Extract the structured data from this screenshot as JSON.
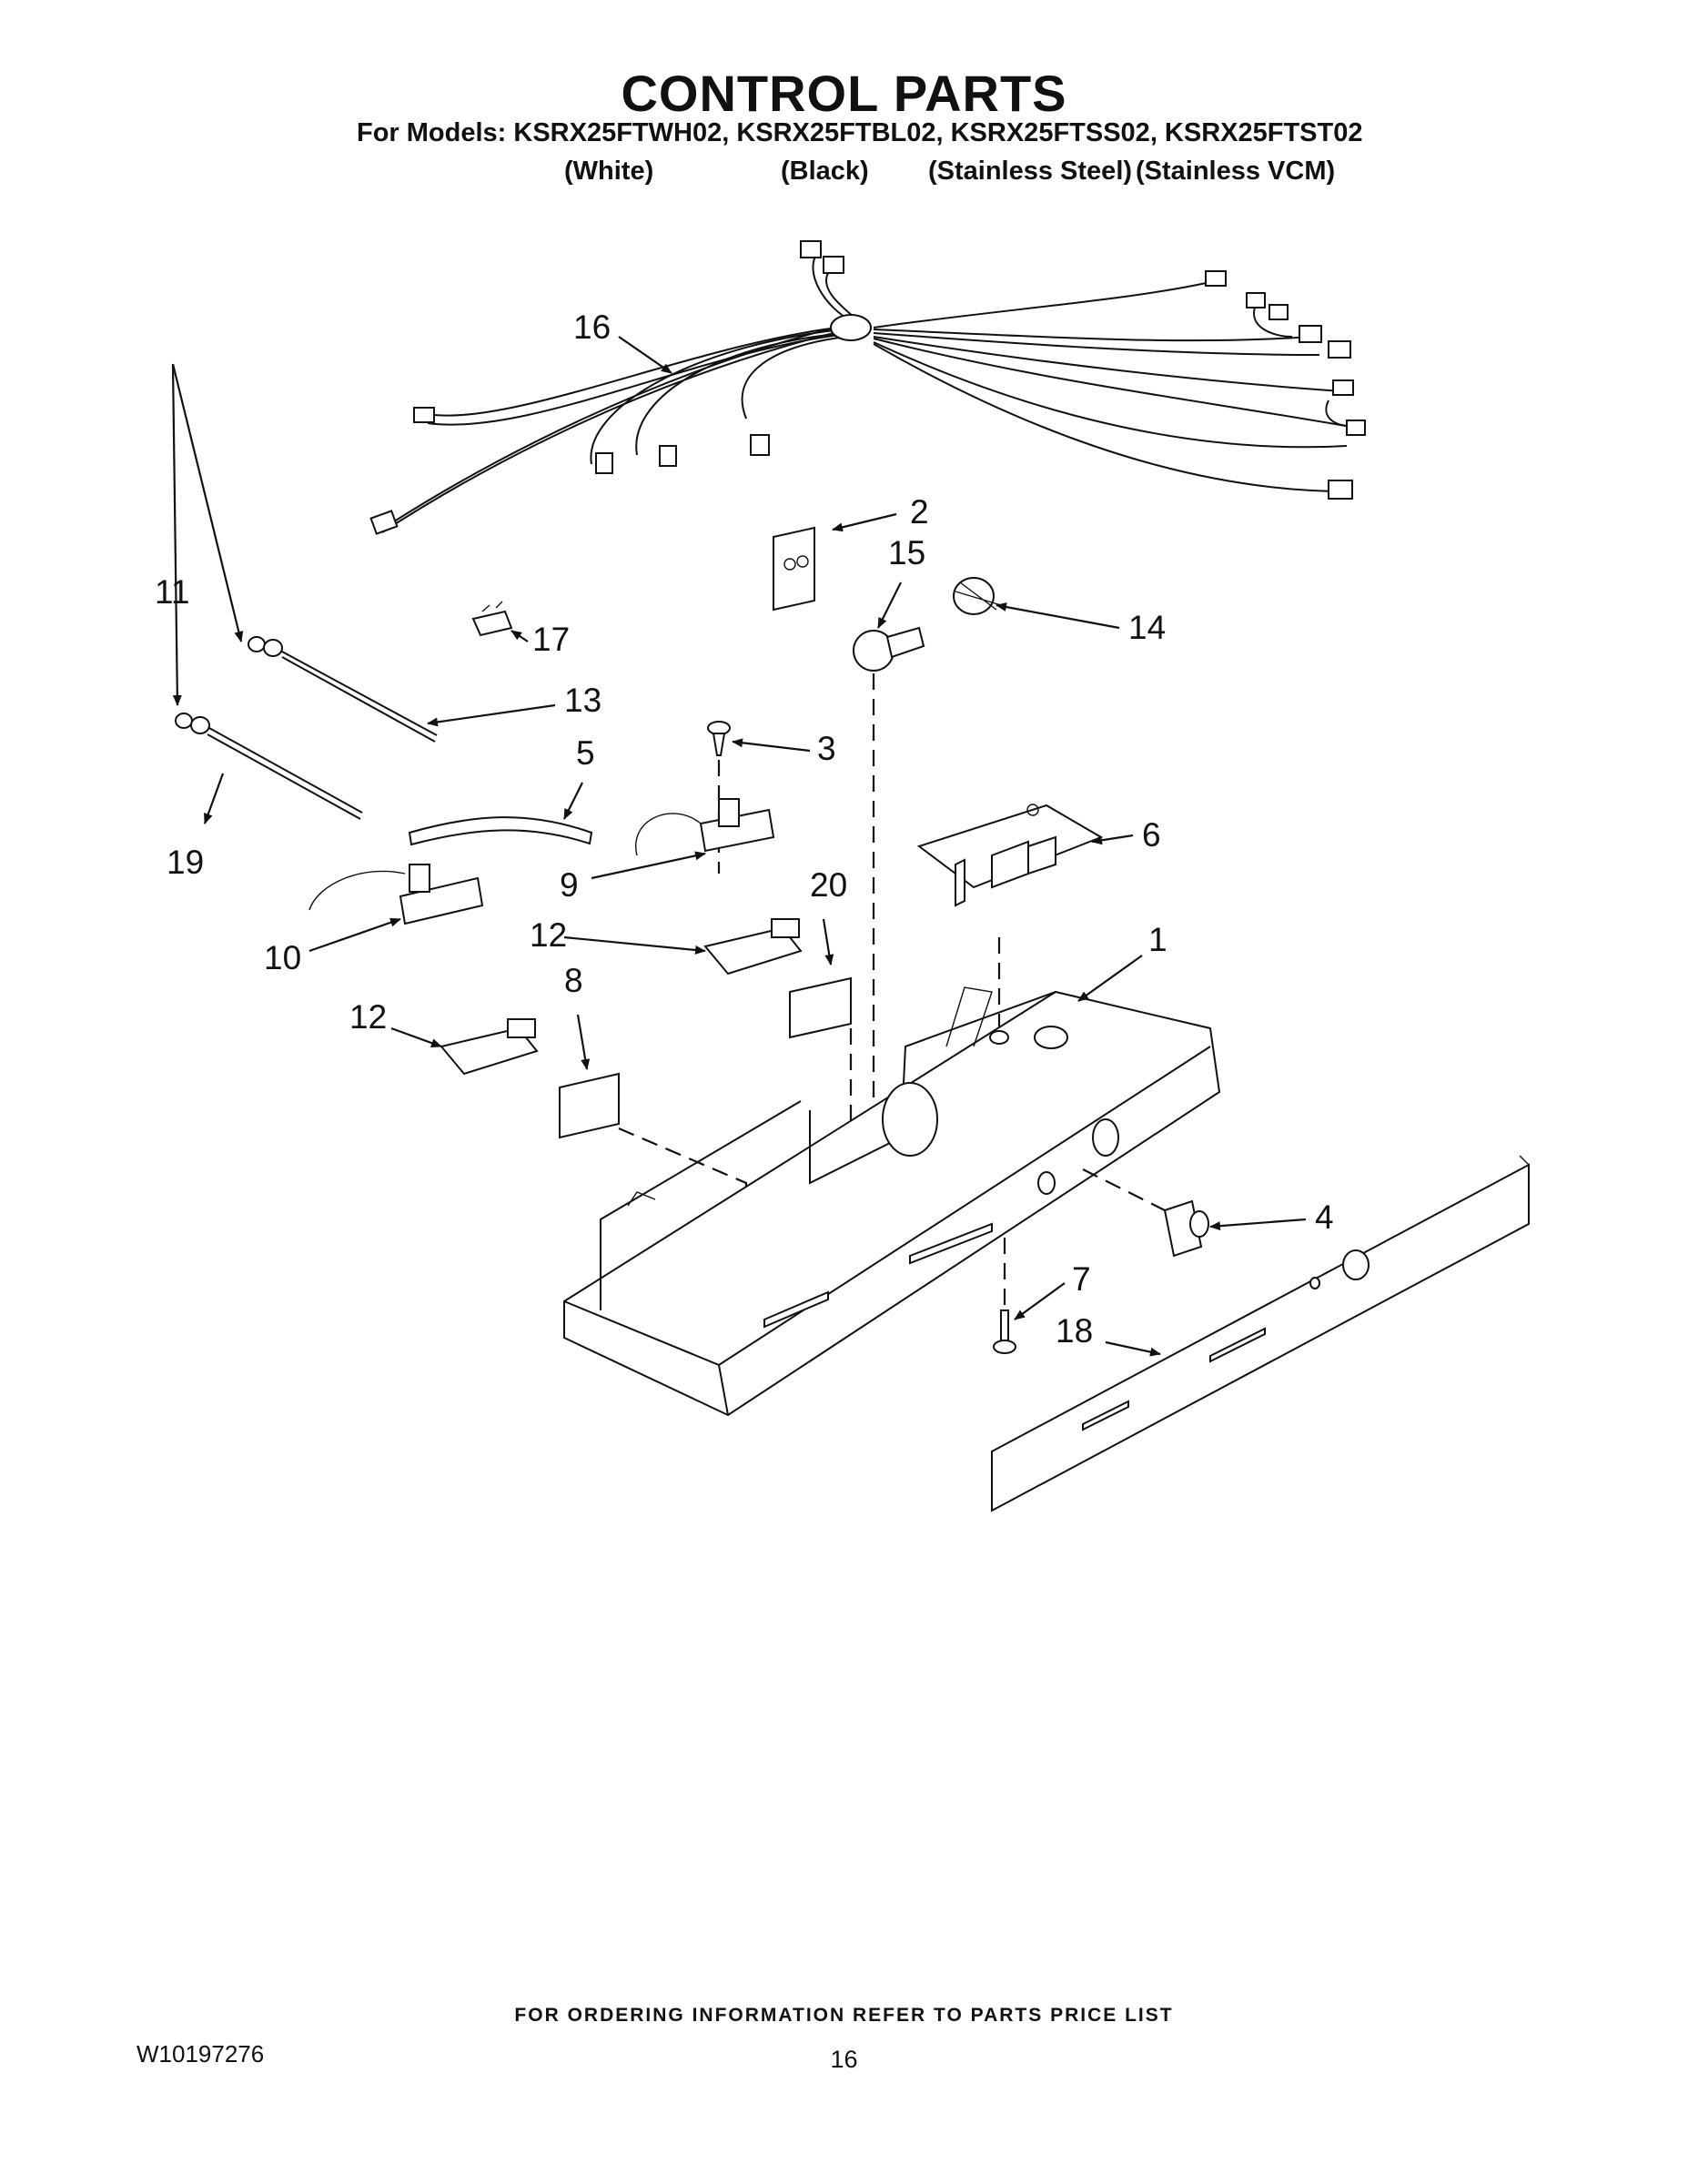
{
  "header": {
    "title": "CONTROL PARTS",
    "models_line": "For Models: KSRX25FTWH02, KSRX25FTBL02, KSRX25FTSS02, KSRX25FTST02",
    "finishes": [
      "(White)",
      "(Black)",
      "(Stainless Steel)",
      "(Stainless VCM)"
    ]
  },
  "callouts": {
    "c1": "1",
    "c2": "2",
    "c3": "3",
    "c4": "4",
    "c5": "5",
    "c6": "6",
    "c7": "7",
    "c8": "8",
    "c9": "9",
    "c10": "10",
    "c11": "11",
    "c12a": "12",
    "c12b": "12",
    "c13": "13",
    "c14": "14",
    "c15": "15",
    "c16": "16",
    "c17": "17",
    "c18": "18",
    "c19": "19",
    "c20": "20"
  },
  "footer": {
    "ordering_note": "FOR ORDERING INFORMATION REFER TO PARTS PRICE LIST",
    "document_number": "W10197276",
    "page_number": "16"
  }
}
